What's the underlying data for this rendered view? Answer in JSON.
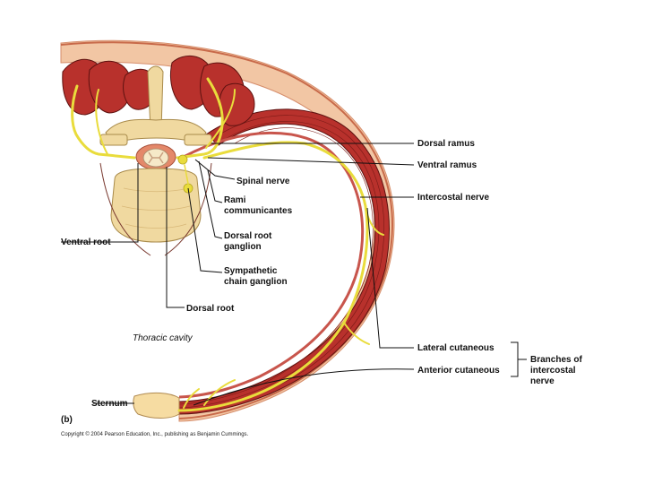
{
  "labels": {
    "dorsal_ramus": "Dorsal ramus",
    "ventral_ramus": "Ventral ramus",
    "spinal_nerve": "Spinal nerve",
    "intercostal_nerve": "Intercostal nerve",
    "rami_1": "Rami",
    "rami_2": "communicantes",
    "ventral_root": "Ventral root",
    "drg_1": "Dorsal root",
    "drg_2": "ganglion",
    "symp_1": "Sympathetic",
    "symp_2": "chain ganglion",
    "dorsal_root": "Dorsal root",
    "thoracic_cavity": "Thoracic cavity",
    "lateral_cutaneous": "Lateral cutaneous",
    "anterior_cutaneous": "Anterior cutaneous",
    "branches_1": "Branches of",
    "branches_2": "intercostal",
    "branches_3": "nerve",
    "sternum": "Sternum",
    "panel": "(b)",
    "copyright": "Copyright © 2004 Pearson Education, Inc., publishing as Benjamin Cummings."
  },
  "colors": {
    "muscle": "#b8312c",
    "skin": "#f2c6a4",
    "nerve": "#e9dc3c",
    "bone": "#f0d9a0",
    "cord": "#f6e9c8"
  }
}
